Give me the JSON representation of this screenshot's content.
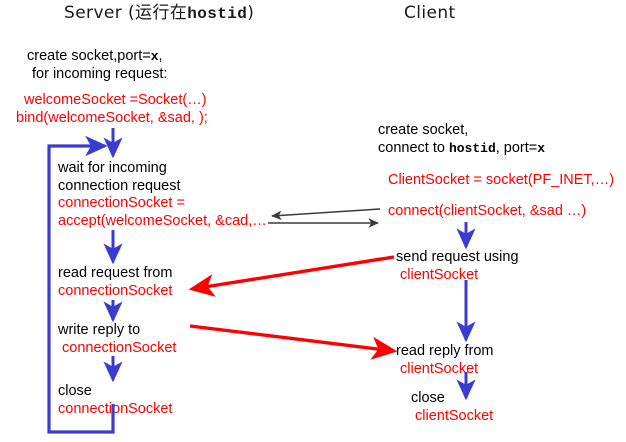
{
  "diagram": {
    "title_server": "Server (运行在hostid)",
    "title_client": "Client",
    "colors": {
      "code_red": "#ff0000",
      "flow_blue": "#3b3bd0",
      "prose_black": "#000000",
      "message_gray": "#3a3a3a",
      "background": "#ffffff"
    }
  },
  "server": {
    "header": "Server (运行在hostid)",
    "header_parts": {
      "label": "Server (运行在",
      "mono": "hostid",
      "tail": ")"
    },
    "steps": [
      {
        "id": "create-socket",
        "prose": [
          "create socket,port=x,",
          "for incoming request:"
        ],
        "prose_parts": {
          "pre": "create socket,port=",
          "mono": "x",
          "post": ","
        },
        "code": [
          "welcomeSocket =Socket(…)",
          "bind(welcomeSocket, &sad, );"
        ]
      },
      {
        "id": "wait-for-connection",
        "prose": [
          "wait for incoming",
          "connection request"
        ],
        "code": [
          "connectionSocket =",
          "accept(welcomeSocket, &cad,…"
        ]
      },
      {
        "id": "read-request",
        "prose": [
          "read request from"
        ],
        "code": [
          "connectionSocket"
        ]
      },
      {
        "id": "write-reply",
        "prose": [
          "write reply to"
        ],
        "code": [
          "connectionSocket"
        ]
      },
      {
        "id": "close-connection",
        "prose": [
          "close"
        ],
        "code": [
          "connectionSocket"
        ]
      }
    ]
  },
  "client": {
    "header": "Client",
    "steps": [
      {
        "id": "create-socket-connect",
        "prose": [
          "create socket,",
          "connect to hostid, port=x"
        ],
        "prose_parts": {
          "line1": "create socket,",
          "pre": "connect to ",
          "mono": "hostid",
          "mid": ", port=",
          "mono2": "x"
        },
        "code": [
          "ClientSocket = socket(PF_INET,…)",
          "connect(clientSocket, &sad …)"
        ]
      },
      {
        "id": "send-request",
        "prose": [
          "send request using"
        ],
        "code": [
          "clientSocket"
        ]
      },
      {
        "id": "read-reply",
        "prose": [
          "read reply from"
        ],
        "code": [
          "clientSocket"
        ]
      },
      {
        "id": "close-client",
        "prose": [
          "close"
        ],
        "code": [
          "clientSocket"
        ]
      }
    ]
  },
  "connectors": {
    "tcp_setup_in": "TCP connection setup (client to server)",
    "tcp_setup_out": "TCP connection setup (server to client)",
    "request_flow": "request from client to server",
    "reply_flow": "reply from server to client",
    "server_loop": "server accept loop back edge"
  }
}
